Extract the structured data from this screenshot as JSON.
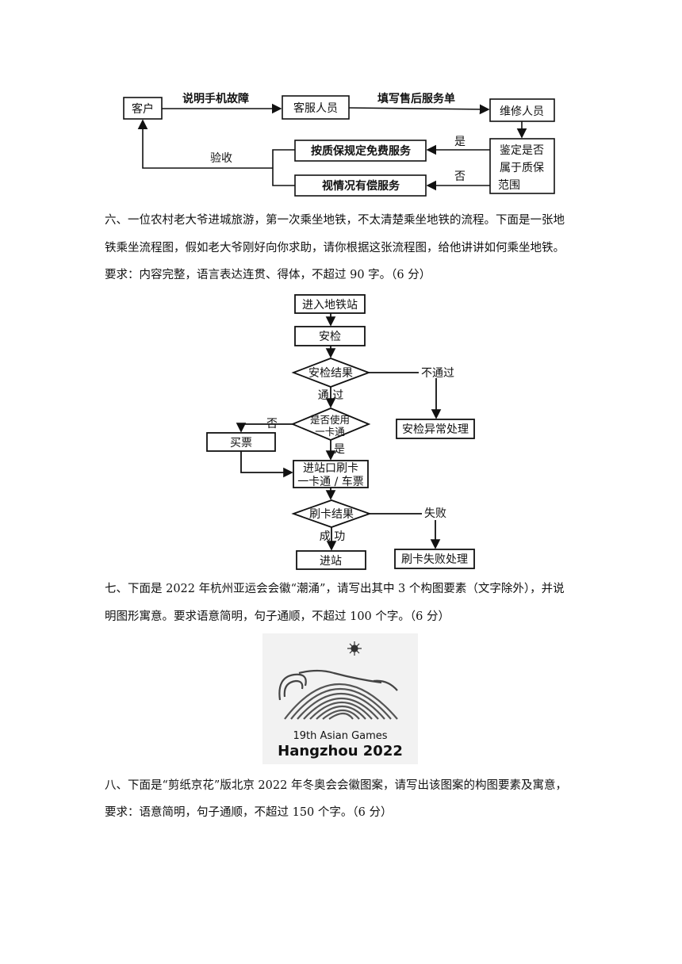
{
  "flow1": {
    "customer": "客户",
    "explain": "说明手机故障",
    "service_staff": "客服人员",
    "fill_form": "填写售后服务单",
    "repair_staff": "维修人员",
    "judge_line1": "鉴定是否",
    "judge_line2": "属于质保",
    "judge_line3": "范围",
    "yes": "是",
    "no": "否",
    "free_service": "按质保规定免费服务",
    "paid_service": "视情况有偿服务",
    "accept": "验收"
  },
  "q6": {
    "line1": "六、一位农村老大爷进城旅游，第一次乘坐地铁，不太清楚乘坐地铁的流程。下面是一张地",
    "line2": "铁乘坐流程图，假如老大爷刚好向你求助，请你根据这张流程图，给他讲讲如何乘坐地铁。",
    "line3": "要求：内容完整，语言表达连贯、得体，不超过 90 字。（6 分）"
  },
  "flow2": {
    "enter": "进入地铁站",
    "check": "安检",
    "check_result": "安检结果",
    "fail_pass": "不通过",
    "pass": "通 过",
    "use_card_l1": "是否使用",
    "use_card_l2": "一卡通",
    "no": "否",
    "yes": "是",
    "abnormal": "安检异常处理",
    "buy": "买票",
    "gate_l1": "进站口刷卡",
    "gate_l2": "一卡通 / 车票",
    "swipe_result": "刷卡结果",
    "fail": "失败",
    "success": "成 功",
    "enter_station": "进站",
    "swipe_fail": "刷卡失败处理"
  },
  "q7": {
    "line1": "七、下面是 2022 年杭州亚运会会徽“潮涌”，请写出其中 3 个构图要素（文字除外），并说",
    "line2": "明图形寓意。要求语意简明，句子通顺，不超过 100 个字。（6 分）"
  },
  "logo": {
    "subtitle": "19th Asian Games",
    "title": "Hangzhou 2022"
  },
  "q8": {
    "line1": "八、下面是“剪纸京花”版北京 2022 年冬奥会会徽图案，请写出该图案的构图要素及寓意，",
    "line2": "要求：语意简明，句子通顺，不超过 150 个字。（6 分）"
  }
}
